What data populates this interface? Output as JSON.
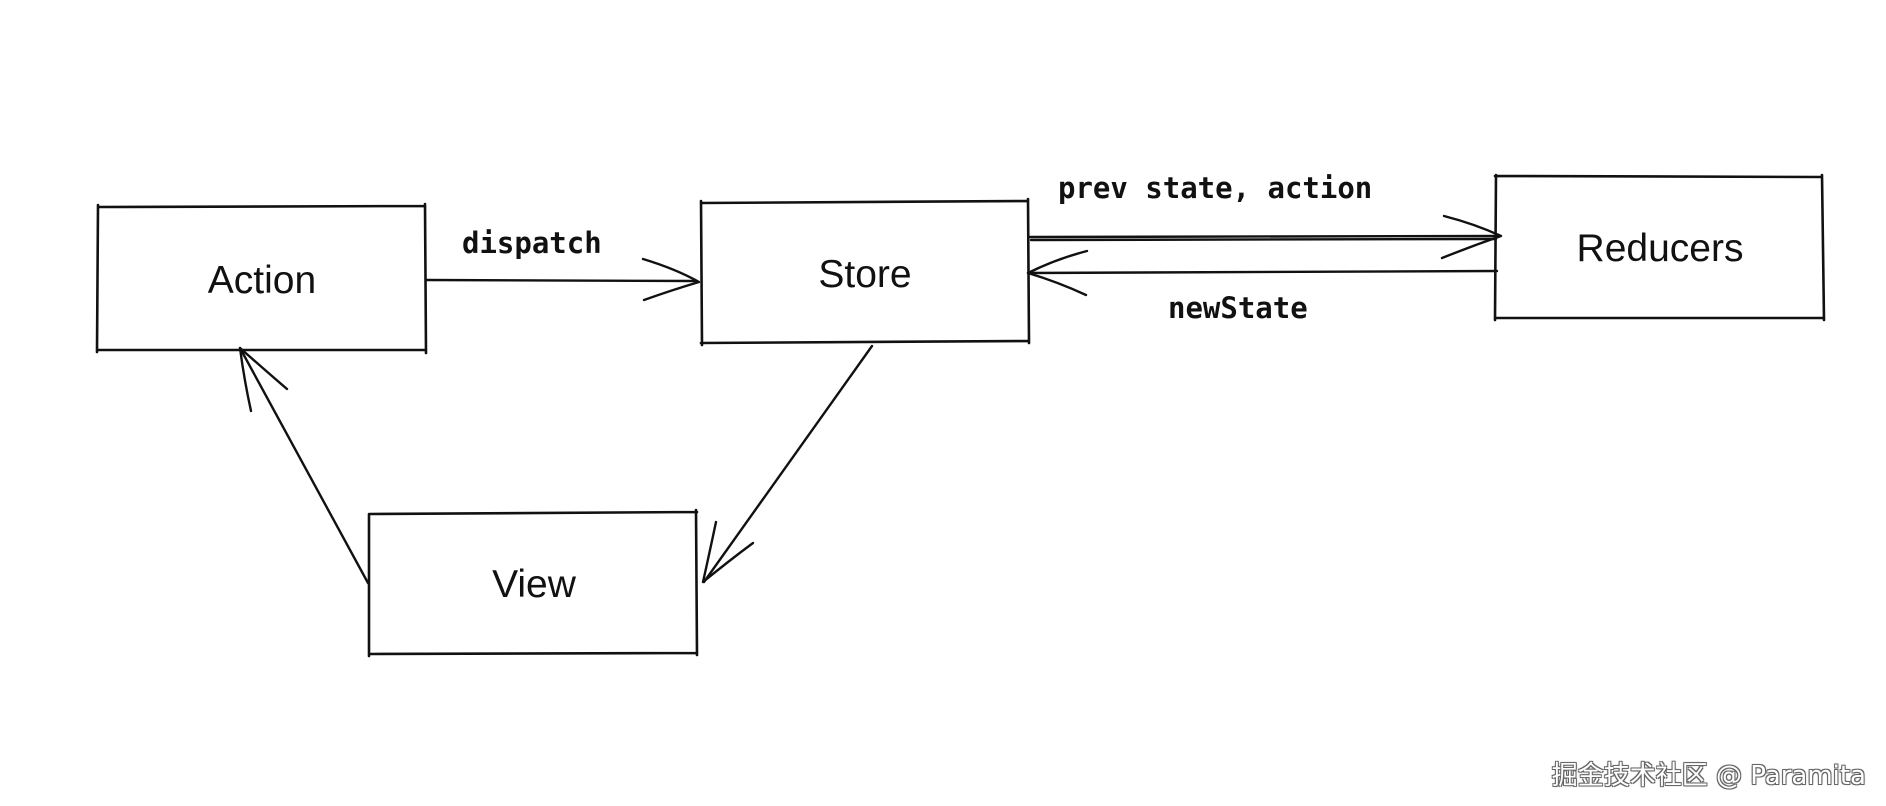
{
  "diagram": {
    "nodes": {
      "action": "Action",
      "store": "Store",
      "reducers": "Reducers",
      "view": "View"
    },
    "edges": {
      "dispatch": "dispatch",
      "prev_state_action": "prev state, action",
      "new_state": "newState"
    }
  },
  "watermark": "掘金技术社区 @ Paramita"
}
